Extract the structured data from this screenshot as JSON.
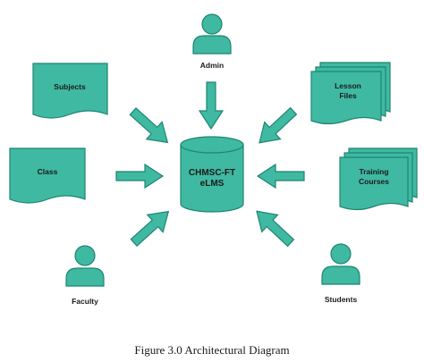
{
  "colors": {
    "fill": "#3fb9a2",
    "stroke": "#1e8571",
    "text": "#1a1a1a"
  },
  "nodes": {
    "admin": "Admin",
    "subjects": "Subjects",
    "lesson_files_line1": "Lesson",
    "lesson_files_line2": "Files",
    "class": "Class",
    "database_line1": "CHMSC-FT",
    "database_line2": "eLMS",
    "training_courses_line1": "Training",
    "training_courses_line2": "Courses",
    "faculty": "Faculty",
    "students": "Students"
  },
  "caption": "Figure 3.0 Architectural Diagram",
  "icons": {
    "user": "user-icon",
    "document": "document-icon",
    "multi_document": "multi-document-icon",
    "database": "database-icon",
    "arrow": "arrow-icon"
  }
}
